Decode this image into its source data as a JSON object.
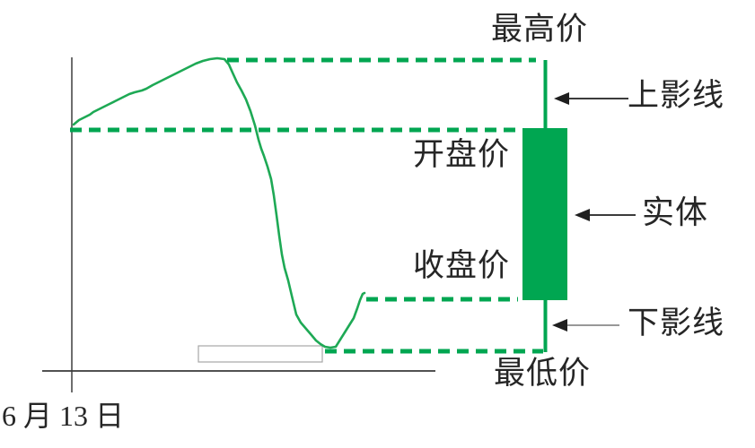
{
  "diagram": {
    "type": "candlestick-anatomy-diagram",
    "labels": {
      "highest_price": "最高价",
      "upper_shadow": "上影线",
      "open_price": "开盘价",
      "real_body": "实体",
      "close_price": "收盘价",
      "lower_shadow": "下影线",
      "lowest_price": "最低价",
      "date": "6 月 13 日"
    },
    "colors": {
      "green": "#00a651",
      "curve_green": "#1ea955",
      "text": "#262626",
      "arrow": "#1f1f1f",
      "axis_y": "#6e6e6e",
      "axis_x": "#3a3a3a",
      "background": "#ffffff"
    },
    "candle": {
      "direction": "up-body-shown-as-solid-green",
      "levels": [
        "最高价",
        "开盘价",
        "收盘价",
        "最低价"
      ]
    }
  }
}
